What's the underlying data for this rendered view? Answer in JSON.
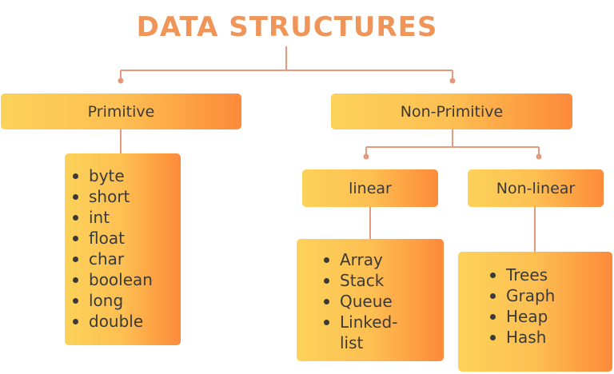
{
  "title": "DATA STRUCTURES",
  "colors": {
    "title": "#f0955a",
    "connector": "#e39a7c",
    "box_gradient_start": "#fcd25a",
    "box_gradient_end": "#fc8a3c",
    "text": "#3a3a3a"
  },
  "nodes": {
    "primitive": "Primitive",
    "non_primitive": "Non-Primitive",
    "linear": "linear",
    "non_linear": "Non-linear"
  },
  "lists": {
    "primitive": [
      "byte",
      "short",
      "int",
      "float",
      "char",
      "boolean",
      "long",
      "double"
    ],
    "linear": [
      "Array",
      "Stack",
      "Queue",
      "Linked-",
      "list"
    ],
    "non_linear": [
      "Trees",
      "Graph",
      "Heap",
      "Hash"
    ]
  }
}
